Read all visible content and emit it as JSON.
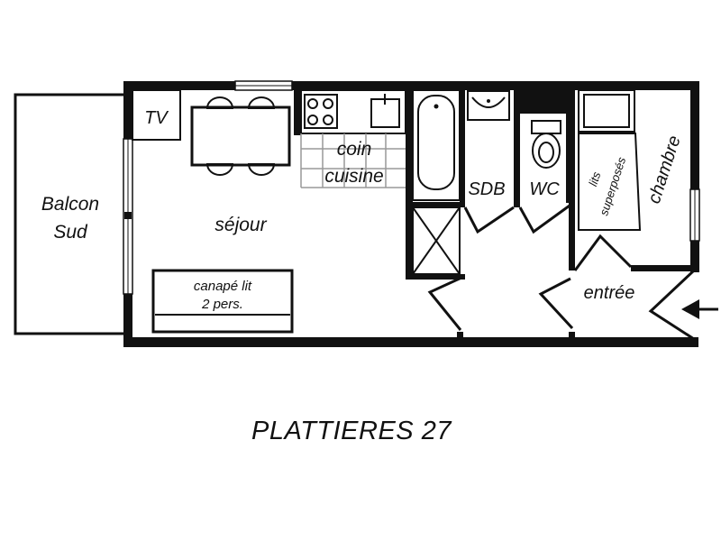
{
  "rooms": {
    "balcon_line1": "Balcon",
    "balcon_line2": "Sud",
    "sejour": "séjour",
    "coin_line1": "coin",
    "coin_line2": "cuisine",
    "sdb": "SDB",
    "wc": "WC",
    "chambre": "chambre",
    "entree": "entrée"
  },
  "furniture": {
    "tv": "TV",
    "canape_line1": "canapé lit",
    "canape_line2": "2 pers.",
    "lits_line1": "lits",
    "lits_line2": "superposés"
  },
  "title": "PLATTIERES 27",
  "icons": [
    "entrance-arrow-icon",
    "stove-icon",
    "sink-icon",
    "bathtub-icon",
    "toilet-icon",
    "washbasin-icon"
  ]
}
